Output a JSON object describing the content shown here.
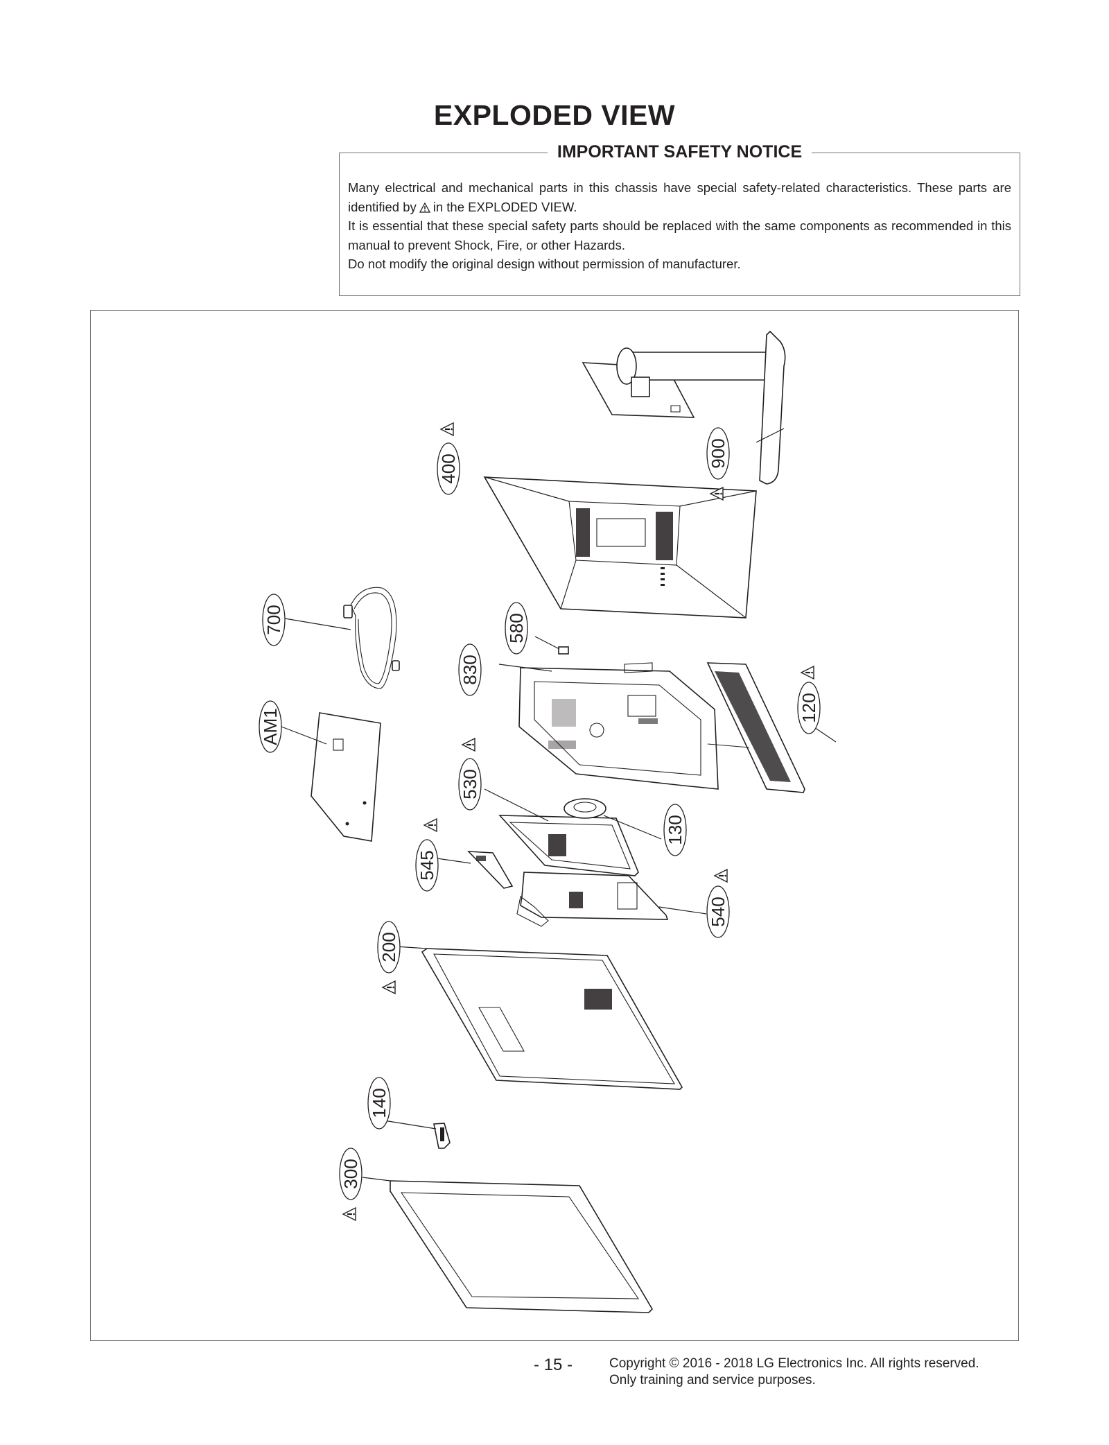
{
  "page": {
    "title": "EXPLODED VIEW",
    "notice": {
      "heading": "IMPORTANT SAFETY NOTICE",
      "line1": "Many electrical and mechanical parts in this chassis have special safety-related characteristics. These parts are identified by",
      "line1_end": "in the EXPLODED VIEW.",
      "line2": "It is essential that these special safety parts should be replaced with the same components as recommended in this manual to prevent Shock, Fire, or other Hazards.",
      "line3": "Do not modify the original design without permission of manufacturer."
    },
    "footer": {
      "page_number": "- 15 -",
      "copyright": "Copyright © 2016 - 2018 LG Electronics Inc. All rights reserved.",
      "usage": "Only training and service purposes."
    }
  },
  "callouts": [
    {
      "id": "c900",
      "label": "900",
      "safety": true
    },
    {
      "id": "c400",
      "label": "400",
      "safety": true
    },
    {
      "id": "c700",
      "label": "700",
      "safety": false
    },
    {
      "id": "c580",
      "label": "580",
      "safety": false
    },
    {
      "id": "c830",
      "label": "830",
      "safety": false
    },
    {
      "id": "c120",
      "label": "120",
      "safety": true
    },
    {
      "id": "cAM1",
      "label": "AM1",
      "safety": false
    },
    {
      "id": "c530",
      "label": "530",
      "safety": true
    },
    {
      "id": "c130",
      "label": "130",
      "safety": false
    },
    {
      "id": "c545",
      "label": "545",
      "safety": true
    },
    {
      "id": "c540",
      "label": "540",
      "safety": true
    },
    {
      "id": "c200",
      "label": "200",
      "safety": true
    },
    {
      "id": "c140",
      "label": "140",
      "safety": false
    },
    {
      "id": "c300",
      "label": "300",
      "safety": true
    }
  ],
  "icons": {
    "safety_mark": "warning-triangle-icon"
  }
}
